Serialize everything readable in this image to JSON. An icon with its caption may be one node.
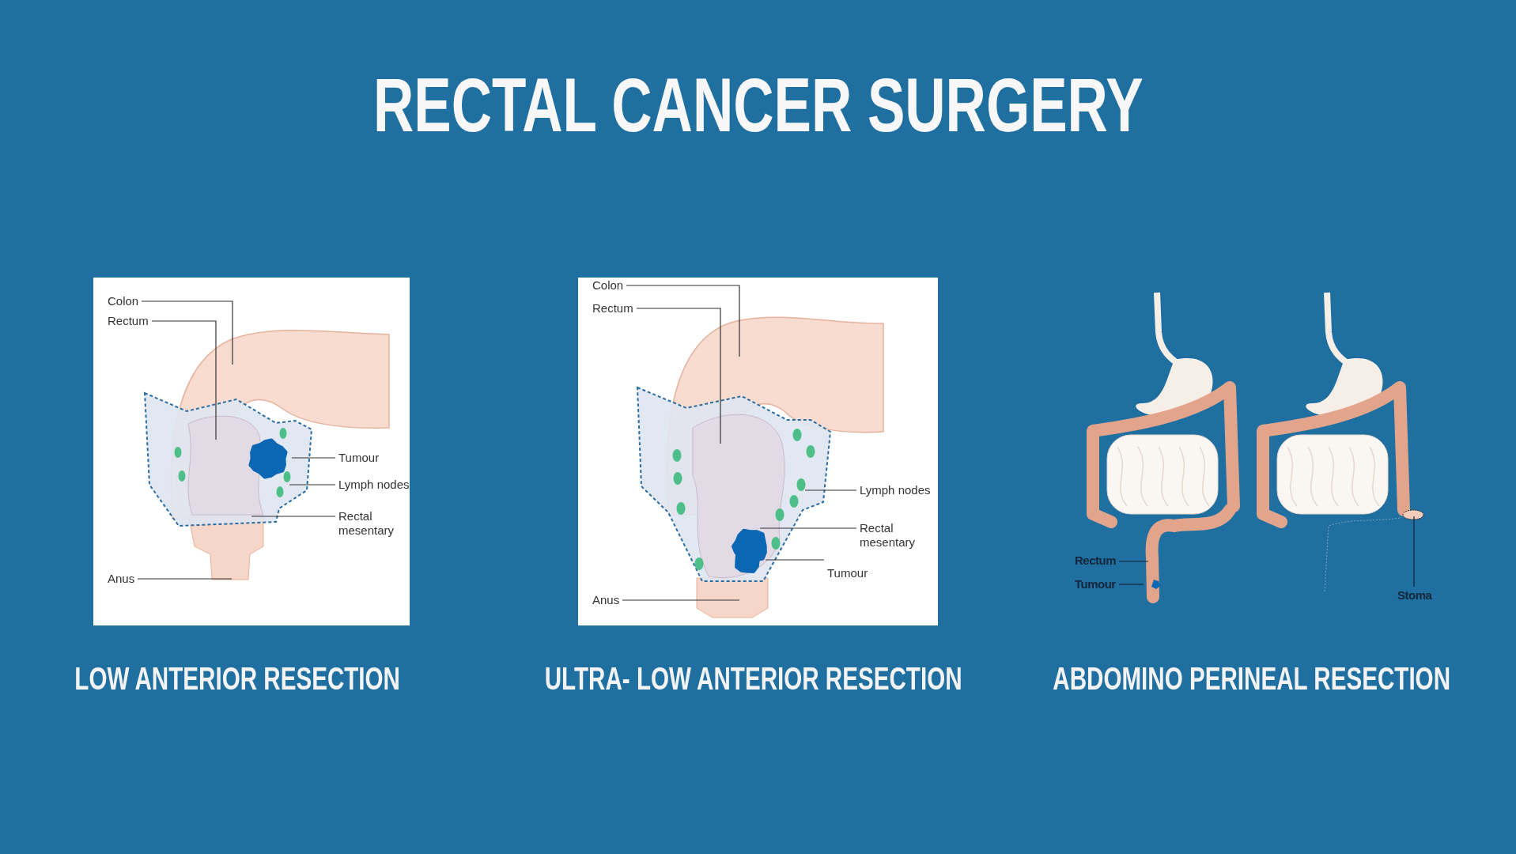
{
  "diagram": {
    "title": "RECTAL CANCER SURGERY",
    "nodes": [
      {
        "text": [],
        "shape": "picture",
        "beside": [
          "LOW ANTERIOR RESECTION"
        ]
      },
      {
        "text": [
          "Colon"
        ],
        "in": 0
      },
      {
        "text": [
          "Rectum"
        ],
        "in": 0
      },
      {
        "text": [
          "Tumour"
        ],
        "in": 0
      },
      {
        "text": [
          "Lymph nodes"
        ],
        "in": 0
      },
      {
        "text": [
          "Rectal mesentary"
        ],
        "in": 0
      },
      {
        "text": [
          "Anus"
        ],
        "in": 0
      },
      {
        "text": [],
        "shape": "picture",
        "beside": [
          "ULTRA- LOW ANTERIOR RESECTION"
        ]
      },
      {
        "text": [
          "Colon"
        ],
        "in": 7
      },
      {
        "text": [
          "Rectum"
        ],
        "in": 7
      },
      {
        "text": [
          "Lymph nodes"
        ],
        "in": 7
      },
      {
        "text": [
          "Rectal mesentary"
        ],
        "in": 7
      },
      {
        "text": [
          "Tumour"
        ],
        "in": 7
      },
      {
        "text": [
          "Anus"
        ],
        "in": 7
      },
      {
        "text": [],
        "shape": "picture",
        "beside": [
          "ABDOMINO PERINEAL RESECTION"
        ]
      },
      {
        "text": [
          "Rectum"
        ],
        "in": 14
      },
      {
        "text": [
          "Tumour"
        ],
        "in": 14
      },
      {
        "text": [
          "Stoma"
        ],
        "in": 14
      }
    ],
    "edges": [
      {
        "from": 1,
        "to": null,
        "arrow": "none"
      },
      {
        "from": 2,
        "to": null,
        "arrow": "none"
      },
      {
        "from": 3,
        "to": null,
        "arrow": "none"
      },
      {
        "from": 4,
        "to": null,
        "arrow": "none"
      },
      {
        "from": 5,
        "to": null,
        "arrow": "none"
      },
      {
        "from": 6,
        "to": null,
        "arrow": "none"
      },
      {
        "from": 8,
        "to": null,
        "arrow": "none"
      },
      {
        "from": 9,
        "to": null,
        "arrow": "none"
      },
      {
        "from": 10,
        "to": null,
        "arrow": "none"
      },
      {
        "from": 11,
        "to": null,
        "arrow": "none"
      },
      {
        "from": 12,
        "to": null,
        "arrow": "none"
      },
      {
        "from": 13,
        "to": null,
        "arrow": "none"
      },
      {
        "from": 15,
        "to": null,
        "arrow": "none"
      },
      {
        "from": 16,
        "to": null,
        "arrow": "none"
      },
      {
        "from": 17,
        "to": null,
        "arrow": "none"
      }
    ]
  }
}
